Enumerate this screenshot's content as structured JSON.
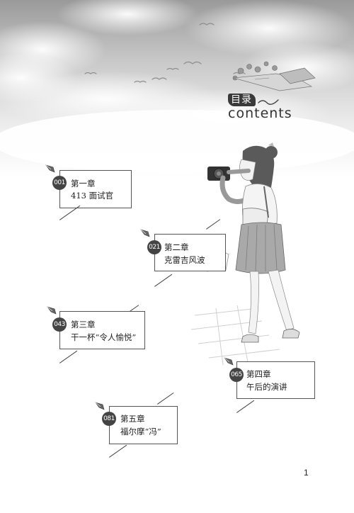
{
  "heading": {
    "title_cn": "目录",
    "title_en": "contents"
  },
  "chapters": [
    {
      "number": "001",
      "title": "第一章",
      "subtitle": "413 面试官"
    },
    {
      "number": "021",
      "title": "第二章",
      "subtitle": "克雷吉风波"
    },
    {
      "number": "043",
      "title": "第三章",
      "subtitle": "干一杯“令人愉悦”"
    },
    {
      "number": "065",
      "title": "第四章",
      "subtitle": "午后的演讲"
    },
    {
      "number": "081",
      "title": "第五章",
      "subtitle": "福尔摩“冯”"
    }
  ],
  "page_number": "1"
}
